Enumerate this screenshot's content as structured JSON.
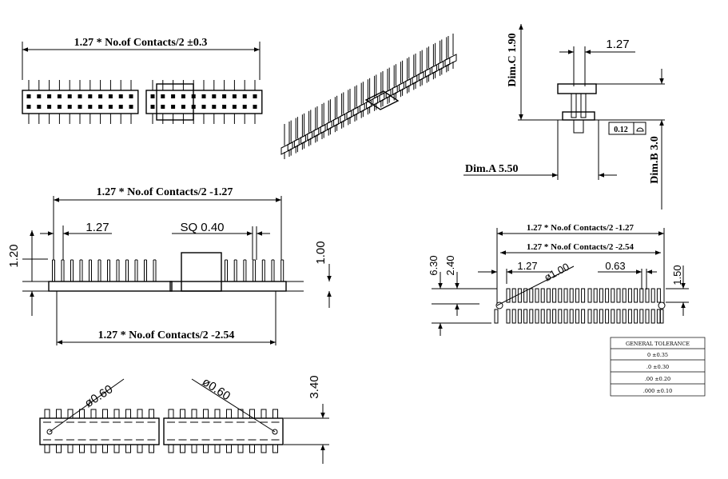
{
  "top_left": {
    "dim_overall": "1.27 * No.of Contacts/2 ±0.3"
  },
  "side_view": {
    "dim_c": "Dim.C 1.90",
    "dim_pitch": "1.27",
    "dim_a": "Dim.A 5.50",
    "dim_b": "Dim.B 3.0",
    "coplanarity_value": "0.12"
  },
  "front_view": {
    "dim_top": "1.27 * No.of Contacts/2 -1.27",
    "dim_pitch": "1.27",
    "dim_sq": "SQ  0.40",
    "dim_left": "1.20",
    "dim_right": "1.00",
    "dim_bottom": "1.27 * No.of Contacts/2 -2.54"
  },
  "bottom_view": {
    "dim_hole_left": "ø0.60",
    "dim_hole_right": "ø0.60",
    "dim_height": "3.40"
  },
  "pcb_layout": {
    "dim_top": "1.27 * No.of Contacts/2 -1.27",
    "dim_second": "1.27 * No.of Contacts/2 -2.54",
    "dim_pitch": "1.27",
    "dim_hole": "ø1.00",
    "dim_pad": "0.63",
    "dim_630": "6.30",
    "dim_240": "2.40",
    "dim_150": "1.50"
  },
  "tolerance_table": {
    "title": "GENERAL TOLERANCE",
    "rows": [
      "0    ±0.35",
      ".0    ±0.30",
      ".00  ±0.20",
      ".000  ±0.10"
    ]
  }
}
